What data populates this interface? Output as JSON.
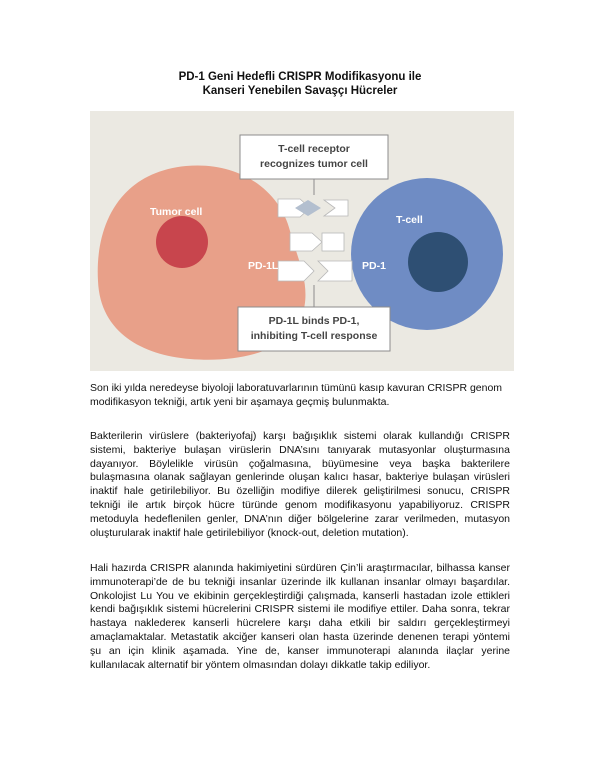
{
  "document": {
    "title_line1": "PD-1 Geni Hedefli CRISPR Modifikasyonu ile",
    "title_line2": "Kanseri Yenebilen Savaşçı Hücreler"
  },
  "figure": {
    "colors": {
      "background": "#ebe9e2",
      "tumor_cell": "#e8a089",
      "tumor_nucleus": "#c8454d",
      "t_cell": "#6f8cc4",
      "t_cell_nucleus": "#2e4f73",
      "connector": "#8c8c8c",
      "receptor_diamond": "#b3bfcf"
    },
    "top_label_line1": "T-cell receptor",
    "top_label_line2": "recognizes tumor cell",
    "tumor_label": "Tumor cell",
    "tcell_label": "T-cell",
    "pd1l_label": "PD-1L",
    "pd1_label": "PD-1",
    "bottom_label_line1": "PD-1L binds PD-1,",
    "bottom_label_line2": "inhibiting T-cell response"
  },
  "paragraphs": [
    "Son iki yılda neredeyse biyoloji laboratuvarlarının tümünü kasıp kavuran CRISPR genom modifikasyon tekniği, artık yeni bir aşamaya geçmiş bulunmakta.",
    "Bakterilerin virüslere (bakteriyofaj) karşı bağışıklık sistemi olarak kullandığı CRISPR sistemi, bakteriye bulaşan virüslerin DNA’sını tanıyarak mutasyonlar oluşturmasına dayanıyor. Böylelikle virüsün çoğalmasına, büyümesine veya başka bakterilere bulaşmasına olanak sağlayan genlerinde oluşan kalıcı hasar, bakteriye bulaşan virüsleri inaktif hale getirilebiliyor. Bu özelliğin modifiye dilerek geliştirilmesi sonucu, CRISPR tekniği ile artık birçok hücre türünde genom modifikasyonu yapabiliyoruz. CRISPR metoduyla hedeflenilen genler, DNA’nın diğer bölgelerine zarar verilmeden, mutasyon oluşturularak inaktif hale getirilebiliyor (knock-out, deletion mutation).",
    "Hali hazırda CRISPR alanında hakimiyetini sürdüren Çin’li araştırmacılar, bilhassa kanser immunoterapi’de de bu tekniği insanlar üzerinde ilk kullanan insanlar olmayı başardılar. Onkolojist Lu You ve ekibinin gerçekleştirdiği çalışmada, kanserli hastadan izole ettikleri kendi bağışıklık sistemi hücrelerini CRISPR sistemi ile modifiye ettiler. Daha sonra, tekrar hastaya nakledereк kanserli hücrelere karşı daha etkili bir saldırı gerçekleştirmeyi amaçlamaktalar. Metastatik akciğer kanseri olan hasta üzerinde denenen terapi yöntemi şu an için klinik aşamada. Yine de, kanser immunoterapi alanında ilaçlar yerine kullanılacak alternatif bir yöntem olmasından dolayı dikkatle takip ediliyor."
  ]
}
